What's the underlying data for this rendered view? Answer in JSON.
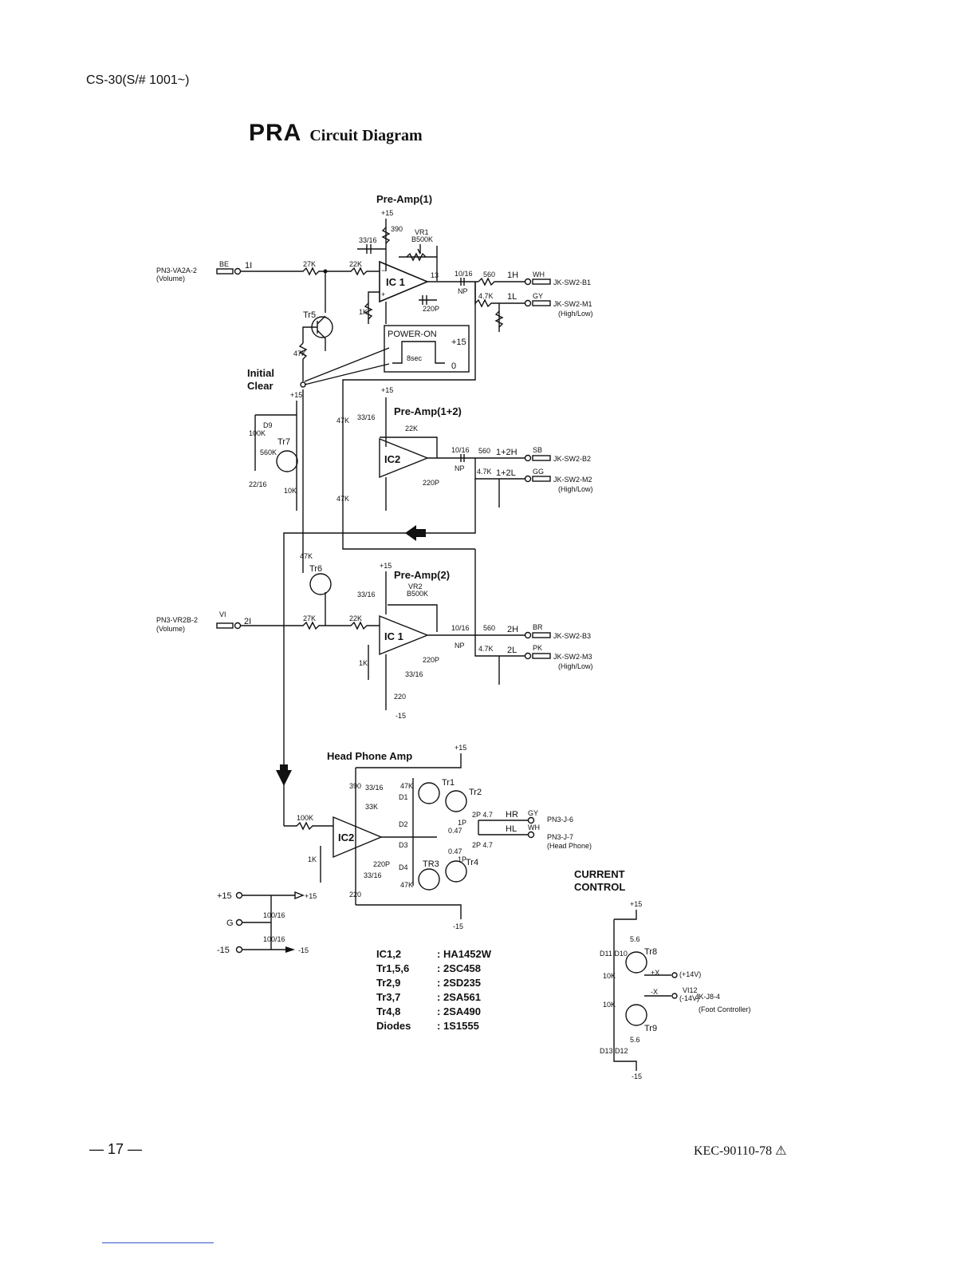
{
  "header": {
    "model": "CS-30(S/# 1001~)"
  },
  "title": {
    "main": "PRA",
    "sub": "Circuit Diagram"
  },
  "sections": {
    "preamp1": "Pre-Amp(1)",
    "preamp12": "Pre-Amp(1+2)",
    "preamp2": "Pre-Amp(2)",
    "headphone": "Head Phone Amp",
    "current_control": [
      "CURRENT",
      "CONTROL"
    ],
    "initial_clear": [
      "Initial",
      "Clear"
    ],
    "power_on": "POWER-ON",
    "eight_sec": "8sec",
    "plus15_marker": "+15",
    "zero_marker": "0"
  },
  "connectors": {
    "in1": {
      "name": "PN3-VA2A-2",
      "note": "(Volume)",
      "wire": "BE",
      "node": "1I"
    },
    "in2": {
      "name": "PN3-VR2B-2",
      "note": "(Volume)",
      "wire": "VI",
      "node": "2I"
    },
    "out_1h": {
      "node": "1H",
      "wire": "WH",
      "jack": "JK-SW2-B1"
    },
    "out_1l": {
      "node": "1L",
      "wire": "GY",
      "jack": "JK-SW2-M1",
      "note": "(High/Low)"
    },
    "out_12h": {
      "node": "1+2H",
      "wire": "SB",
      "jack": "JK-SW2-B2"
    },
    "out_12l": {
      "node": "1+2L",
      "wire": "GG",
      "jack": "JK-SW2-M2",
      "note": "(High/Low)"
    },
    "out_2h": {
      "node": "2H",
      "wire": "BR",
      "jack": "JK-SW2-B3"
    },
    "out_2l": {
      "node": "2L",
      "wire": "PK",
      "jack": "JK-SW2-M3",
      "note": "(High/Low)"
    },
    "hp_r": {
      "node": "HR",
      "wire": "GY",
      "jack": "PN3-J-6"
    },
    "hp_l": {
      "node": "HL",
      "wire": "WH",
      "jack": "PN3-J-7",
      "note": "(Head Phone)"
    },
    "foot": {
      "node": "VI12",
      "jack": "JK-J8-4",
      "note": "(Foot Controller)",
      "plus_x": "+X",
      "plus_v": "(+14V)",
      "minus_x": "-X",
      "minus_v": "(-14V)"
    }
  },
  "power": {
    "plus": "+15",
    "gnd": "G",
    "minus": "-15",
    "cap1": "100/16",
    "cap2": "100/16"
  },
  "components": {
    "ic1": "IC 1",
    "ic2": "IC2",
    "ic1b": "IC 1",
    "ic2b": "IC2",
    "tr1": "Tr1",
    "tr2": "Tr2",
    "tr3": "TR3",
    "tr4": "Tr4",
    "tr5": "Tr5",
    "tr6": "Tr6",
    "tr7": "Tr7",
    "tr8": "Tr8",
    "tr9": "Tr9",
    "vr1": "VR1",
    "vr1v": "B500K",
    "vr2": "VR2",
    "vr2v": "B500K",
    "r27k": "27K",
    "r22k": "22K",
    "r390": "390",
    "r1k": "1K",
    "r560": "560",
    "r47k2": "4.7K",
    "r47k": "47K",
    "r100k": "100K",
    "r560k": "560K",
    "r10k": "10K",
    "r33k": "33K",
    "r220": "220",
    "r2p47": "2P 4.7",
    "r047": "0.47",
    "r56": "5.6",
    "c33": "33/16",
    "c10": "10/16",
    "cnp": "NP",
    "c220p": "220P",
    "c22": "22/16",
    "c1p": "1P",
    "d9": "D9",
    "d1": "D1",
    "d2": "D2",
    "d3": "D3",
    "d4": "D4",
    "d10": "D11 D10",
    "d12": "D13 D12"
  },
  "parts_list": [
    {
      "ref": "IC1,2",
      "part": "HA1452W"
    },
    {
      "ref": "Tr1,5,6",
      "part": "2SC458"
    },
    {
      "ref": "Tr2,9",
      "part": "2SD235"
    },
    {
      "ref": "Tr3,7",
      "part": "2SA561"
    },
    {
      "ref": "Tr4,8",
      "part": "2SA490"
    },
    {
      "ref": "Diodes",
      "part": "1S1555"
    }
  ],
  "footer": {
    "page": "— 17 —",
    "doc": "KEC-90110-78 ⚠"
  }
}
